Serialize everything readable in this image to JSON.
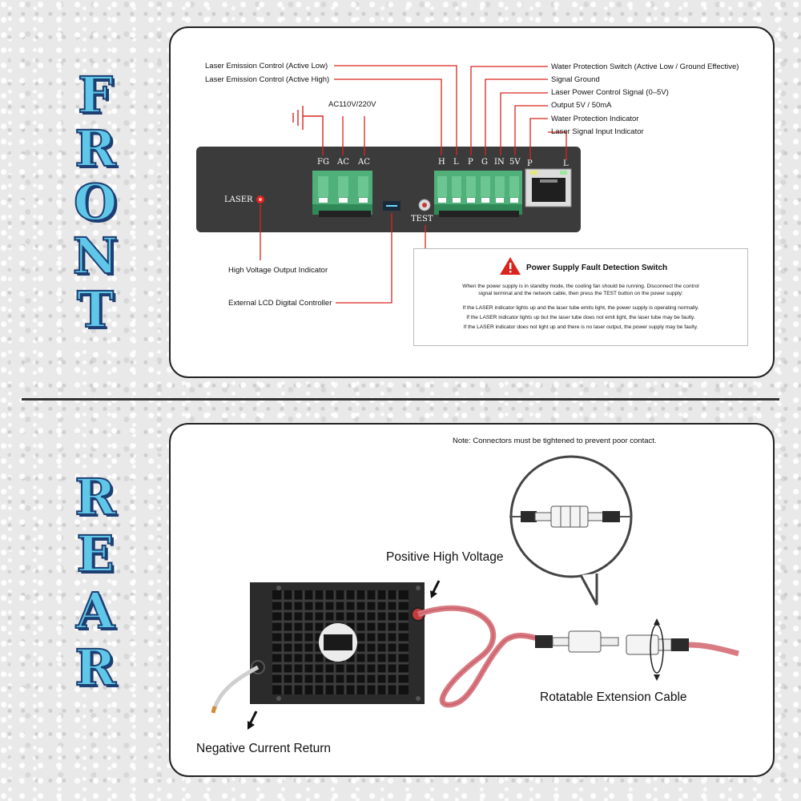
{
  "front_word": [
    "F",
    "R",
    "O",
    "N",
    "T"
  ],
  "rear_word": [
    "R",
    "E",
    "A",
    "R"
  ],
  "front": {
    "callouts_left": {
      "laser_low": "Laser Emission Control (Active Low)",
      "laser_high": "Laser Emission Control (Active High)"
    },
    "callouts_right": {
      "water_switch": "Water Protection Switch (Active Low / Ground Effective)",
      "signal_ground": "Signal Ground",
      "power_signal": "Laser Power Control Signal (0–5V)",
      "output_5v": "Output 5V / 50mA",
      "water_indicator": "Water Protection Indicator",
      "signal_indicator": "Laser Signal Input Indicator"
    },
    "ac_label": "AC110V/220V",
    "terminals_left": [
      "FG",
      "AC",
      "AC"
    ],
    "terminals_right": [
      "H",
      "L",
      "P",
      "G",
      "IN",
      "5V"
    ],
    "rj45_labels": [
      "P",
      "L"
    ],
    "laser_label": "LASER",
    "test_label": "TEST",
    "hv_indicator": "High Voltage Output Indicator",
    "lcd_controller": "External LCD Digital Controller",
    "fault_box": {
      "title": "Power Supply Fault Detection Switch",
      "intro_1": "When the power supply is in standby mode, the cooling fan should be running. Disconnect the control",
      "intro_2": "signal terminal and the network cable, then press the TEST button on the power supply:",
      "case_1": "If the LASER indicator lights up and the laser tube emits light, the power supply is operating normally.",
      "case_2": "If the LASER indicator lights up but the laser tube does not emit light, the laser tube may be faulty.",
      "case_3": "If the LASER indicator does not light up and there is no laser output, the power supply may be faulty."
    }
  },
  "rear": {
    "note": "Note:  Connectors must be tightened to prevent poor contact.",
    "positive_hv": "Positive High Voltage",
    "extension_cable": "Rotatable Extension Cable",
    "negative_return": "Negative Current Return"
  },
  "colors": {
    "word_fill": "#5fc7e8",
    "word_outline": "#1d3f73",
    "leader_red": "#d9251d",
    "panel_dark": "#3b3b3b",
    "terminal_green": "#4fb07a",
    "cable_red": "#d97b83"
  }
}
